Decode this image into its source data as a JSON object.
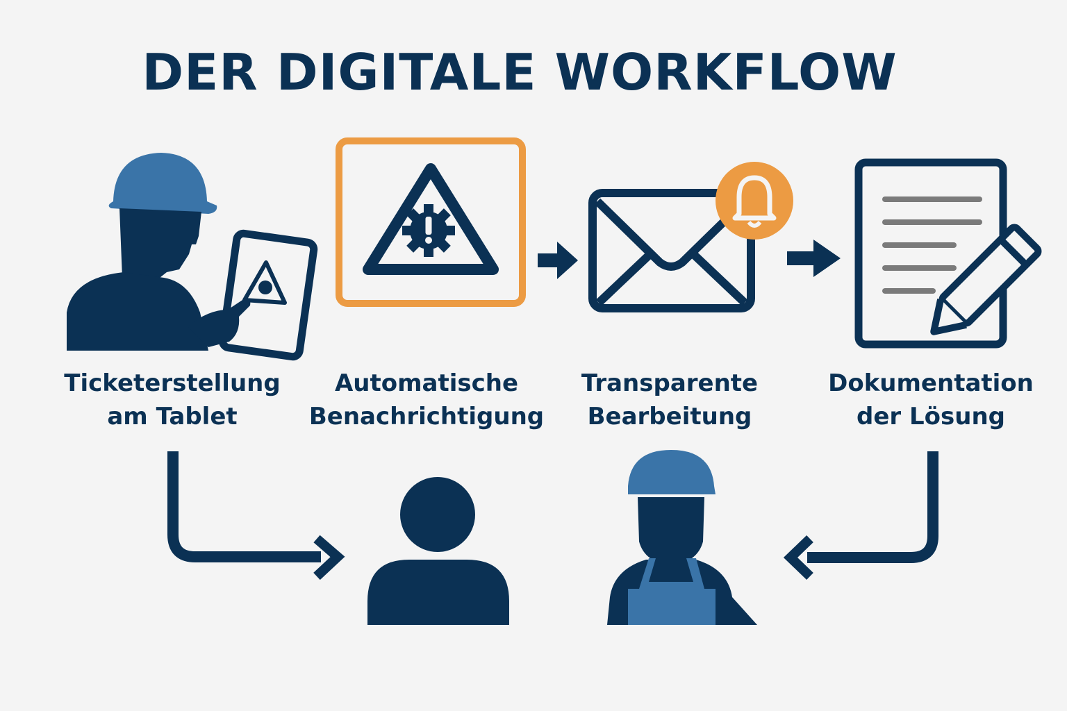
{
  "title": "DER DIGITALE WORKFLOW",
  "steps": [
    {
      "line1": "Ticketerstellung",
      "line2": "am Tablet",
      "icon": "worker-tablet-icon"
    },
    {
      "line1": "Automatische",
      "line2": "Benachrichtigung",
      "icon": "warning-gear-icon"
    },
    {
      "line1": "Transparente",
      "line2": "Bearbeitung",
      "icon": "mail-bell-icon"
    },
    {
      "line1": "Dokumentation",
      "line2": "der Lösung",
      "icon": "document-pen-icon"
    }
  ],
  "actors": [
    {
      "icon": "user-icon"
    },
    {
      "icon": "technician-icon"
    }
  ],
  "colors": {
    "navy": "#0b3154",
    "blue": "#3a74a8",
    "orange": "#ec9b43",
    "gray": "#7a7a7a",
    "background": "#f4f4f4"
  }
}
